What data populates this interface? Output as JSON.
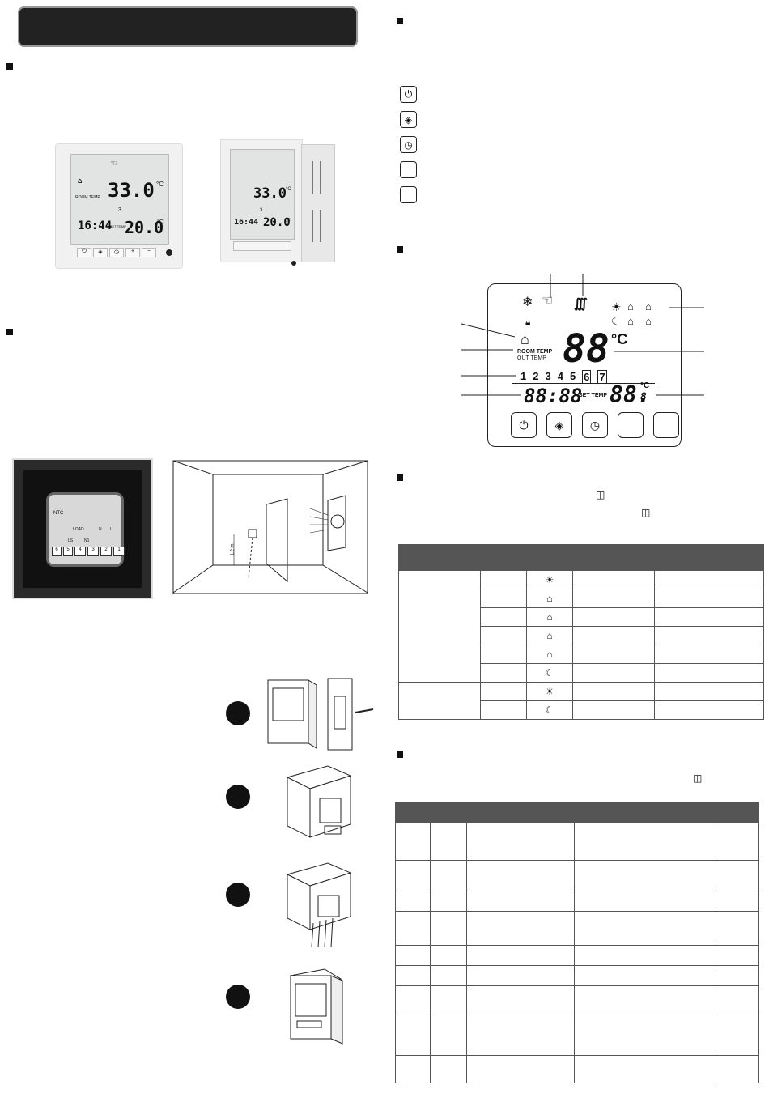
{
  "lcd_photo_left": {
    "room_temp": "33.0",
    "room_unit": "°C",
    "room_label": "ROOM TEMP",
    "program_day": "3",
    "clock": "16:44",
    "set_label": "SET TEMP",
    "set_temp": "20.0",
    "set_unit": "°C",
    "buttons": [
      "⏻",
      "◈",
      "◷",
      "+",
      "−"
    ]
  },
  "lcd_photo_right": {
    "room_temp": "33.0",
    "room_unit": "°C",
    "program_day": "3",
    "clock": "16:44",
    "set_temp": "20.0",
    "set_unit": "°C"
  },
  "wiring_panel": {
    "ntc_label": "NTC",
    "load_label": "LOAD",
    "ls_label": "LS",
    "n1_label": "N1",
    "n_label": "N",
    "l_label": "L",
    "terminals": [
      "6",
      "5",
      "4",
      "3",
      "2",
      "1"
    ]
  },
  "room_diagram": {
    "height_label": "1.2 m"
  },
  "lcd_diagram": {
    "big_temp": "88",
    "big_unit": "°C",
    "room_label": "ROOM TEMP",
    "out_label": "OUT TEMP",
    "days": [
      "1",
      "2",
      "3",
      "4",
      "5",
      "6",
      "7"
    ],
    "clock": "88:88",
    "set_label": "SET TEMP",
    "set_temp": "88.",
    "set_decimal": "8",
    "set_unit": "°C",
    "buttons": [
      "⏻",
      "◈",
      "◷",
      "",
      ""
    ]
  },
  "key_icons": [
    "⏻",
    "◈",
    "◷",
    "",
    ""
  ],
  "colors": {
    "title_bar": "#222222",
    "table_header": "#555555"
  }
}
